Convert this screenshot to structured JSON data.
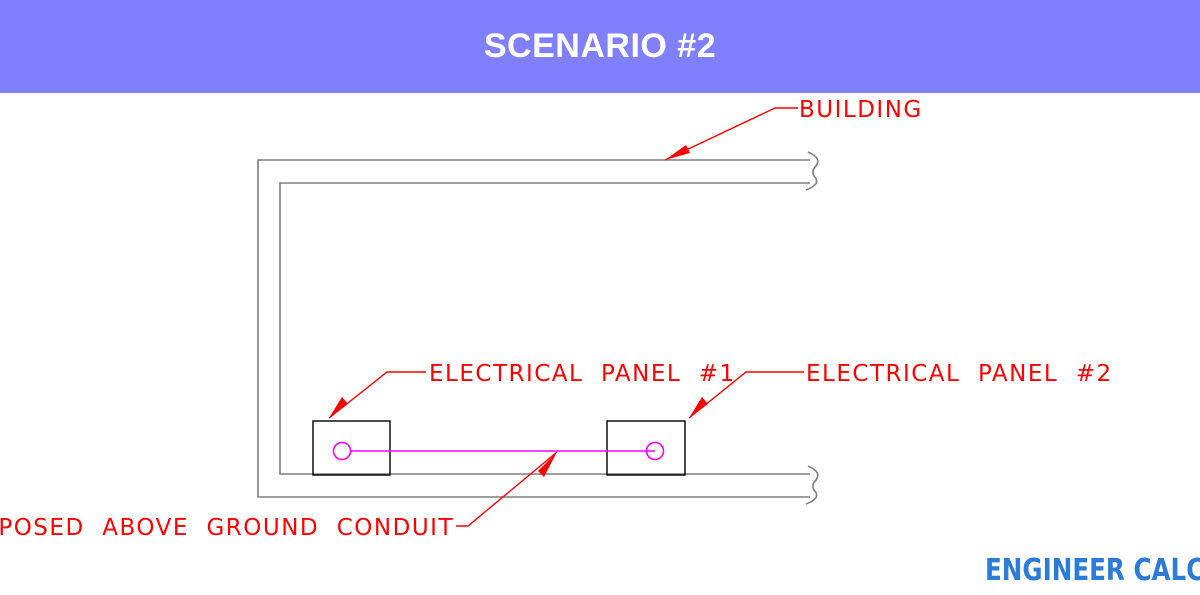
{
  "header": {
    "title": "SCENARIO #2"
  },
  "labels": {
    "building": "BUILDING",
    "panel_1": "ELECTRICAL  PANEL  #1",
    "panel_2": "ELECTRICAL  PANEL  #2",
    "conduit": "EXPOSED  ABOVE  GROUND  CONDUIT"
  },
  "branding": {
    "logo_text": "ENGINEER CALCS"
  },
  "colors": {
    "header_background": "#8080ff",
    "header_text": "#ffffff",
    "annotation": "#ff0000",
    "building_outline": "#7f7f7f",
    "panel_outline": "#000000",
    "conduit": "#ff00ff",
    "logo": "#2b7bd9"
  }
}
